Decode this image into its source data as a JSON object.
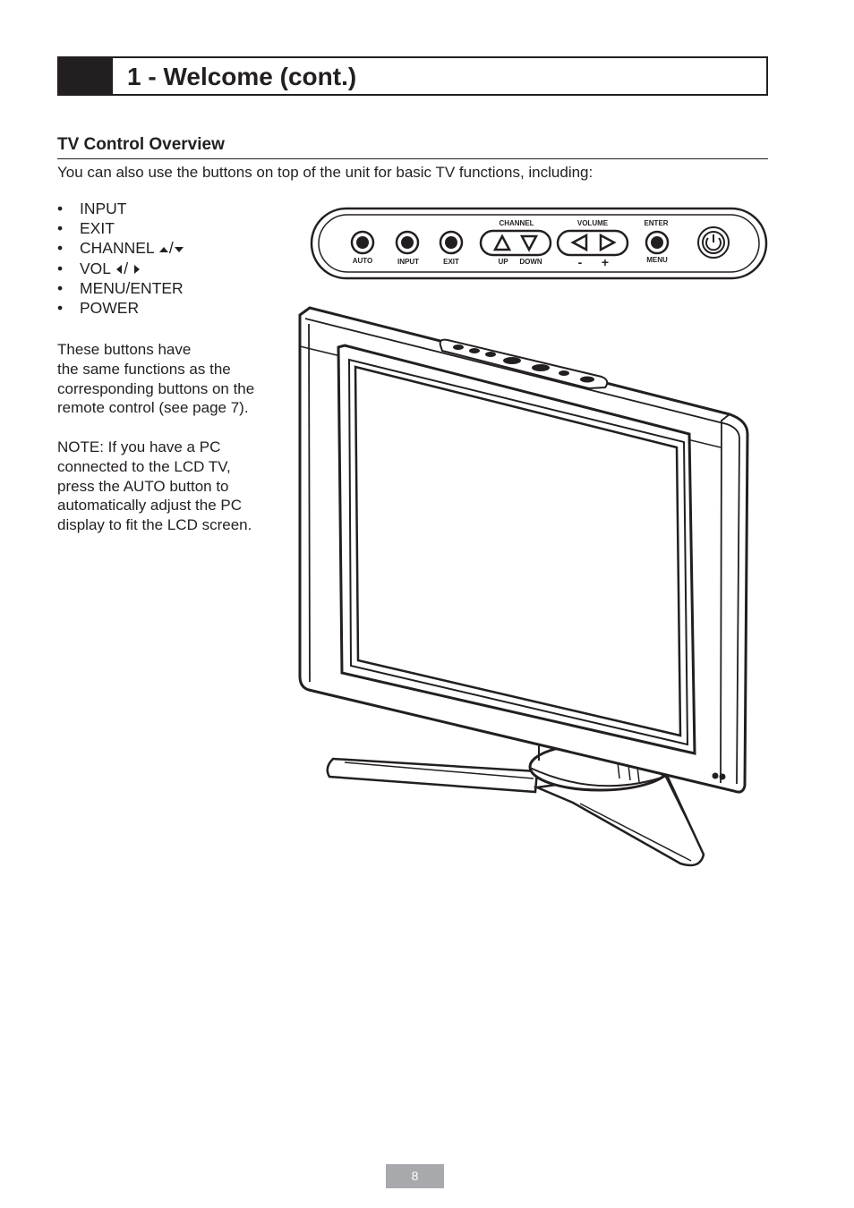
{
  "header": {
    "title": "1 - Welcome (cont.)"
  },
  "section": {
    "title": "TV Control Overview",
    "intro": "You can also use the buttons on top of the unit for basic TV functions, including:"
  },
  "bullets": [
    {
      "label": "INPUT"
    },
    {
      "label": "EXIT"
    },
    {
      "label": "CHANNEL",
      "icons": [
        "arrow-up-icon",
        "arrow-down-icon"
      ]
    },
    {
      "label": "VOL",
      "icons": [
        "arrow-left-icon",
        "arrow-right-icon"
      ]
    },
    {
      "label": "MENU/ENTER"
    },
    {
      "label": "POWER"
    }
  ],
  "bullet_symbol": "•",
  "separator": "/",
  "paragraph1": [
    "These buttons have",
    "the same functions as the",
    "corresponding buttons on the",
    "remote control (see page 7)."
  ],
  "paragraph2": [
    "NOTE: If you have a PC",
    "connected to the LCD TV,",
    "press the AUTO button to",
    "automatically adjust the PC",
    "display to fit the LCD screen."
  ],
  "control_panel": {
    "auto": "AUTO",
    "input": "INPUT",
    "exit": "EXIT",
    "channel": "CHANNEL",
    "up": "UP",
    "down": "DOWN",
    "volume": "VOLUME",
    "minus": "-",
    "plus": "+",
    "enter": "ENTER",
    "menu": "MENU"
  },
  "page_number": "8"
}
